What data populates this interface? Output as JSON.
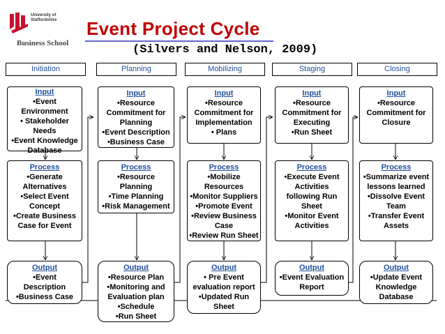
{
  "logo": {
    "university_lines": [
      "University of",
      "Staffordshire"
    ],
    "school": "Business School",
    "colors": {
      "mark": "#c8102e"
    }
  },
  "title": "Event Project Cycle",
  "subtitle": "(Silvers and Nelson, 2009)",
  "columns": [
    {
      "phase": "Initiation",
      "input": {
        "head": "Input",
        "lines": [
          "•Event",
          "Environment",
          "• Stakeholder",
          "Needs",
          "•Event Knowledge",
          "Database"
        ]
      },
      "process": {
        "head": "Process",
        "lines": [
          "•Generate",
          "Alternatives",
          "•Select Event",
          "Concept",
          "•Create Business",
          "Case for Event"
        ]
      },
      "output": {
        "head": "Output",
        "lines": [
          "•Event",
          "Description",
          "•Business Case"
        ]
      }
    },
    {
      "phase": "Planning",
      "input": {
        "head": "Input",
        "lines": [
          "•Resource",
          "Commitment for",
          "Planning",
          "•Event Description",
          "•Business Case"
        ]
      },
      "process": {
        "head": "Process",
        "lines": [
          "•Resource",
          "Planning",
          "•Time Planning",
          "•Risk Management"
        ]
      },
      "output": {
        "head": "Output",
        "lines": [
          "•Resource Plan",
          "•Monitoring and",
          "Evaluation plan",
          "•Schedule",
          "•Run Sheet"
        ]
      }
    },
    {
      "phase": "Mobilizing",
      "input": {
        "head": "Input",
        "lines": [
          "•Resource",
          "Commitment for",
          "Implementation",
          "• Plans"
        ]
      },
      "process": {
        "head": "Process",
        "lines": [
          "•Mobilize",
          "Resources",
          "•Monitor Suppliers",
          "•Promote Event",
          "•Review Business",
          "Case",
          "•Review Run Sheet"
        ]
      },
      "output": {
        "head": "Output",
        "lines": [
          "• Pre Event",
          "evaluation report",
          "•Updated Run",
          "Sheet"
        ]
      }
    },
    {
      "phase": "Staging",
      "input": {
        "head": "Input",
        "lines": [
          "•Resource",
          "Commitment for",
          "Executing",
          "•Run Sheet"
        ]
      },
      "process": {
        "head": "Process",
        "lines": [
          "•Execute Event",
          "Activities",
          "following Run",
          "Sheet",
          "•Monitor Event",
          "Activities"
        ]
      },
      "output": {
        "head": "Output",
        "lines": [
          "•Event Evaluation",
          "Report"
        ]
      }
    },
    {
      "phase": "Closing",
      "input": {
        "head": "Input",
        "lines": [
          "•Resource",
          "Commitment for",
          "Closure"
        ]
      },
      "process": {
        "head": "Process",
        "lines": [
          "•Summarize event",
          "lessons learned",
          "•Dissolve Event",
          "Team",
          "•Transfer Event",
          "Assets"
        ]
      },
      "output": {
        "head": "Output",
        "lines": [
          "•Update Event",
          "Knowledge",
          "Database"
        ]
      }
    }
  ],
  "colors": {
    "title": "#c00000",
    "heading": "#1f4e9a",
    "border": "#000000"
  }
}
